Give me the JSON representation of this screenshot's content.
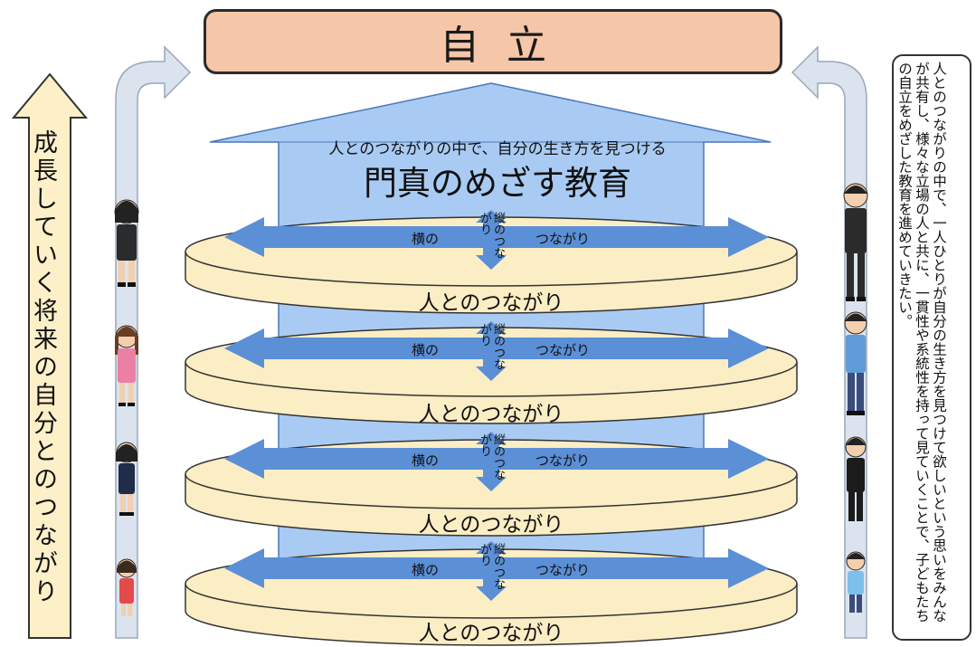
{
  "goal": {
    "label": "自立"
  },
  "main_arrow": {
    "subtitle": "人とのつながりの中で、自分の生き方を見つける",
    "title": "門真のめざす教育",
    "color": "#9cc3f0"
  },
  "layers": [
    {
      "horizontal_left": "横の",
      "vertical": "縦のつながり",
      "horizontal_right": "つながり",
      "label": "人とのつながり"
    },
    {
      "horizontal_left": "横の",
      "vertical": "縦のつながり",
      "horizontal_right": "つながり",
      "label": "人とのつながり"
    },
    {
      "horizontal_left": "横の",
      "vertical": "縦のつながり",
      "horizontal_right": "つながり",
      "label": "人とのつながり"
    },
    {
      "horizontal_left": "横の",
      "vertical": "縦のつながり",
      "horizontal_right": "つながり",
      "label": "人とのつながり"
    }
  ],
  "left_arrow": {
    "text": "成長していく将来の自分とのつながり",
    "color": "#fdf0c9"
  },
  "note": {
    "text": "人とのつながりの中で、一人ひとりが自分の生き方を見つけて欲しいという思いをみんなが共有し、様々な立場の人と共に、一貫性や系統性を持って見ていくことで、子どもたちの自立をめざした教育を進めていきたい。"
  },
  "colors": {
    "goal_fill": "#f6c6a8",
    "disc_fill": "#fbedc4",
    "disc_stroke": "#333333",
    "arrow_blue": "#5b8fd6"
  }
}
